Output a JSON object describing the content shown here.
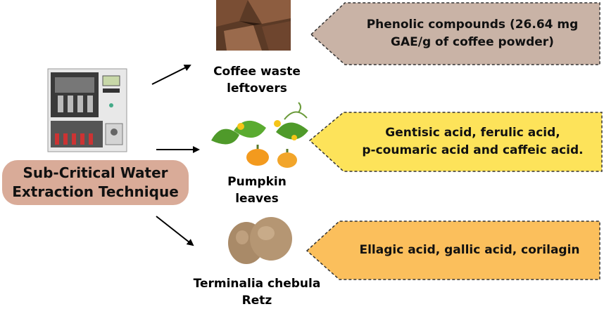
{
  "technique": {
    "line1": "Sub-Critical Water",
    "line2": "Extraction Technique"
  },
  "sources": [
    {
      "name_line1": "Coffee waste",
      "name_line2": "leftovers",
      "image_icon": "coffee-waste-photo-icon"
    },
    {
      "name_line1": "Pumpkin leaves",
      "name_line2": "",
      "image_icon": "pumpkin-leaves-photo-icon"
    },
    {
      "name_line1": "Terminalia chebula",
      "name_line2": "Retz",
      "image_icon": "terminalia-fruit-photo-icon"
    }
  ],
  "results": [
    {
      "line1": "Phenolic compounds (26.64 mg",
      "line2": "GAE/g of coffee powder)",
      "color": "#c9b3a6"
    },
    {
      "line1": "Gentisic acid, ferulic acid,",
      "line2": "p-coumaric acid and caffeic acid.",
      "color": "#fde35a"
    },
    {
      "line1": "Ellagic acid, gallic acid, corilagin",
      "line2": "",
      "color": "#fbbf5c"
    }
  ],
  "colors": {
    "technique_box": "#d9ab98",
    "arrow": "#000000"
  },
  "machine_icon": "extraction-apparatus-photo-icon"
}
